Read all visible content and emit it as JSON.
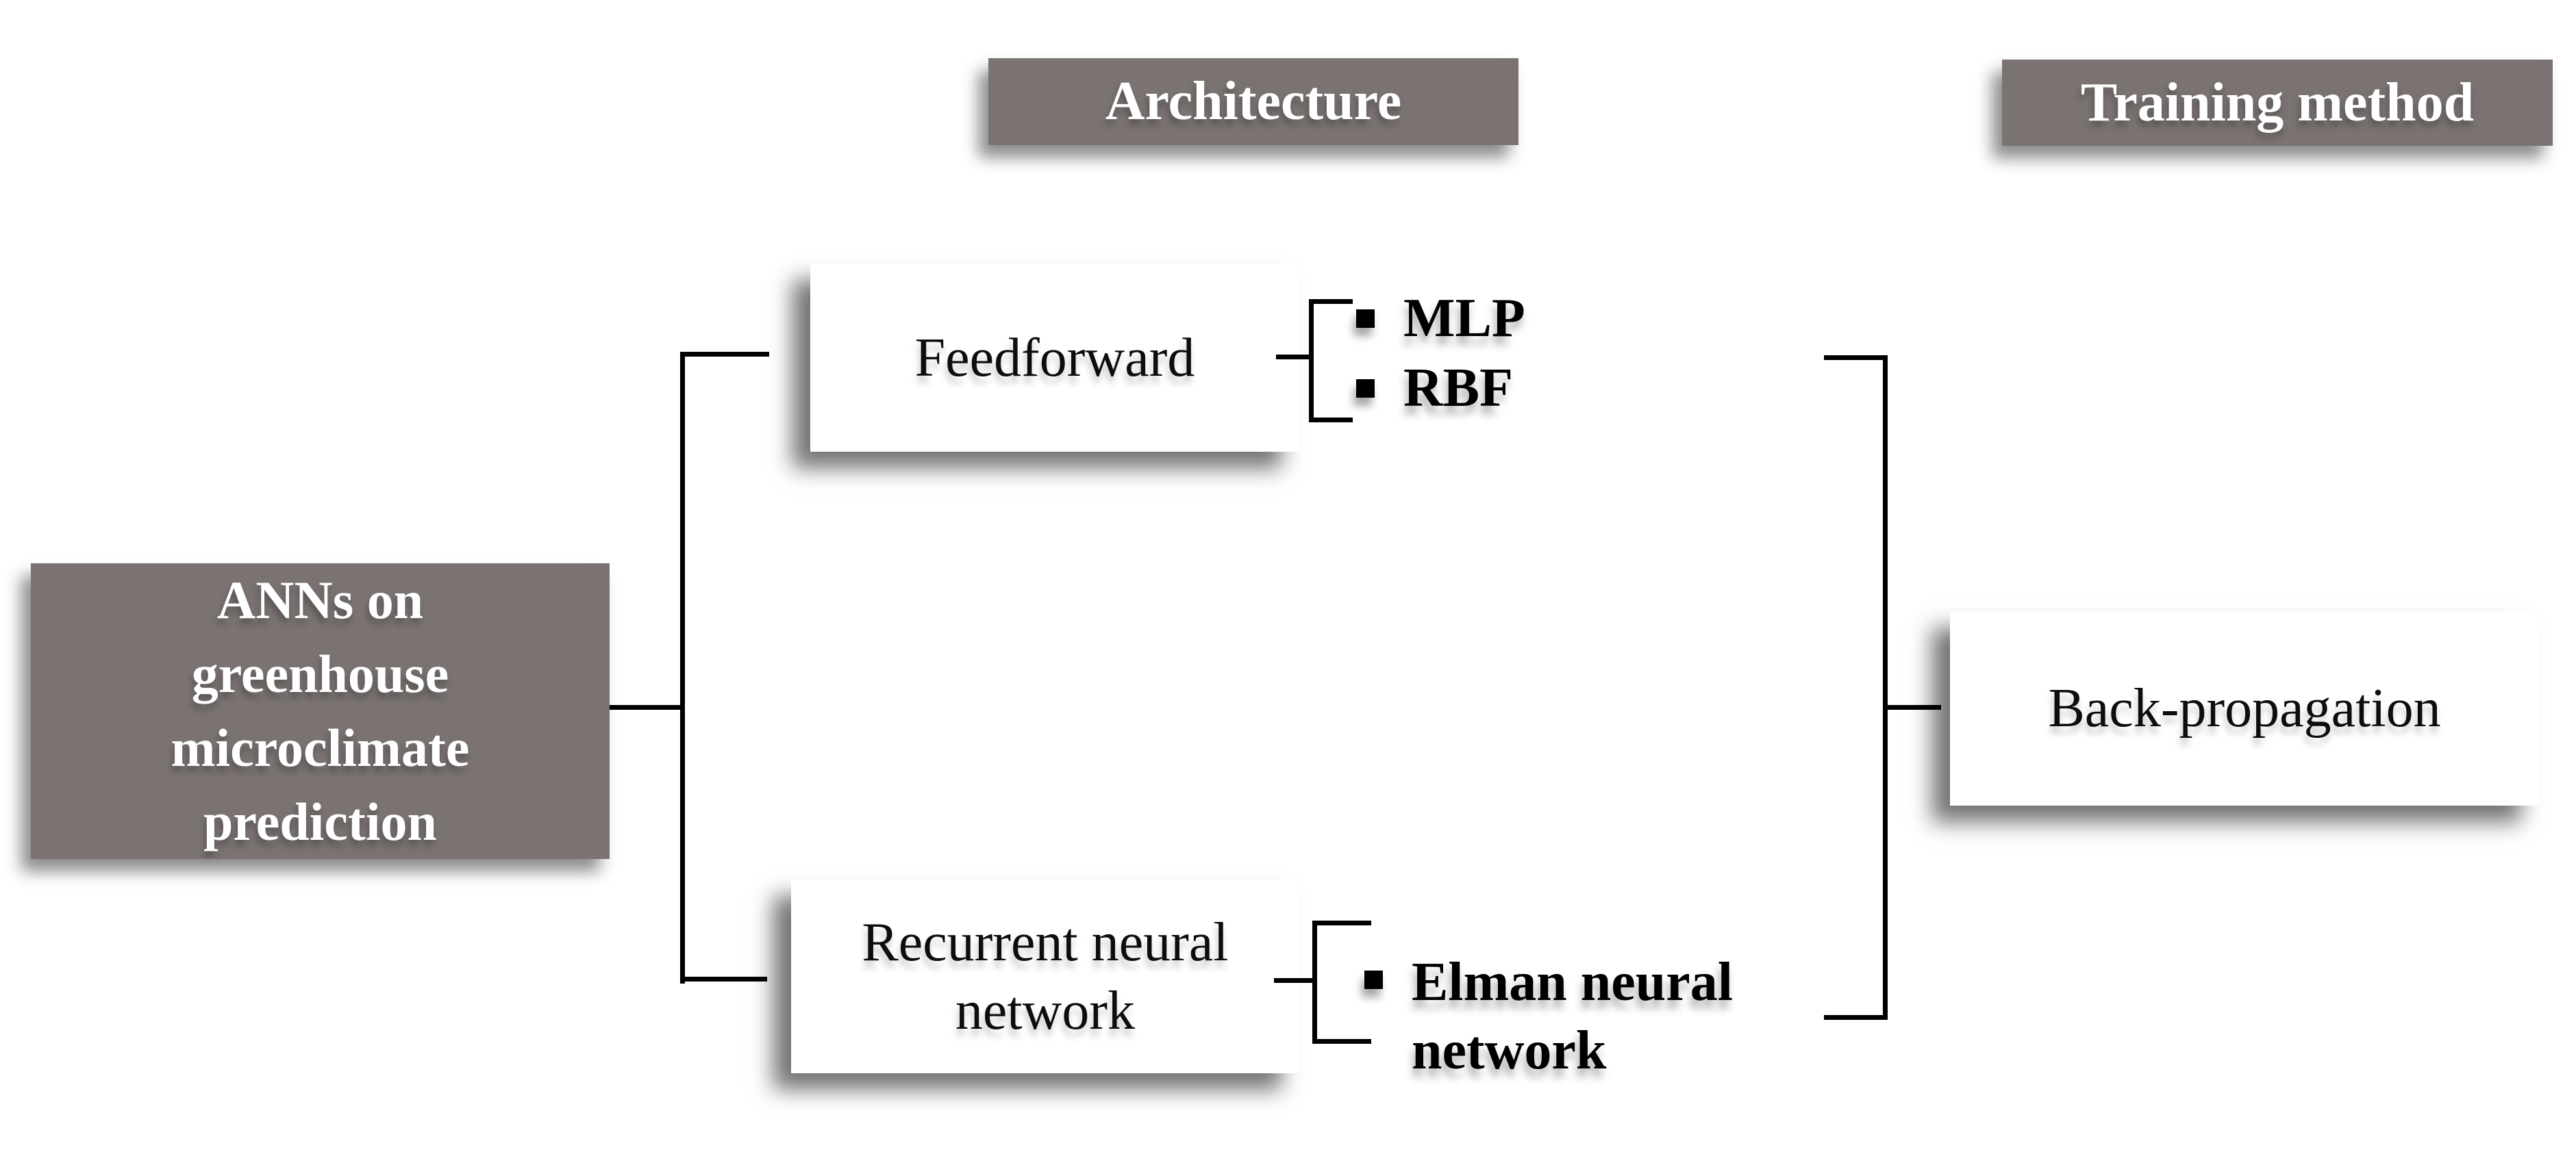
{
  "colors": {
    "gray_box": "#7a7372",
    "line": "#000000",
    "text_dark": "#0d0d0d",
    "text_light": "#ffffff"
  },
  "headers": {
    "architecture": "Architecture",
    "training_method": "Training method"
  },
  "root_box": {
    "text": "ANNs on greenhouse microclimate prediction",
    "lines": [
      "ANNs on",
      "greenhouse",
      "microclimate",
      "prediction"
    ]
  },
  "architecture_branches": {
    "feedforward": {
      "label": "Feedforward",
      "types": [
        "MLP",
        "RBF"
      ]
    },
    "recurrent": {
      "label": "Recurrent neural network",
      "types": [
        "Elman neural network"
      ]
    }
  },
  "training_method": {
    "label": "Back-propagation"
  }
}
